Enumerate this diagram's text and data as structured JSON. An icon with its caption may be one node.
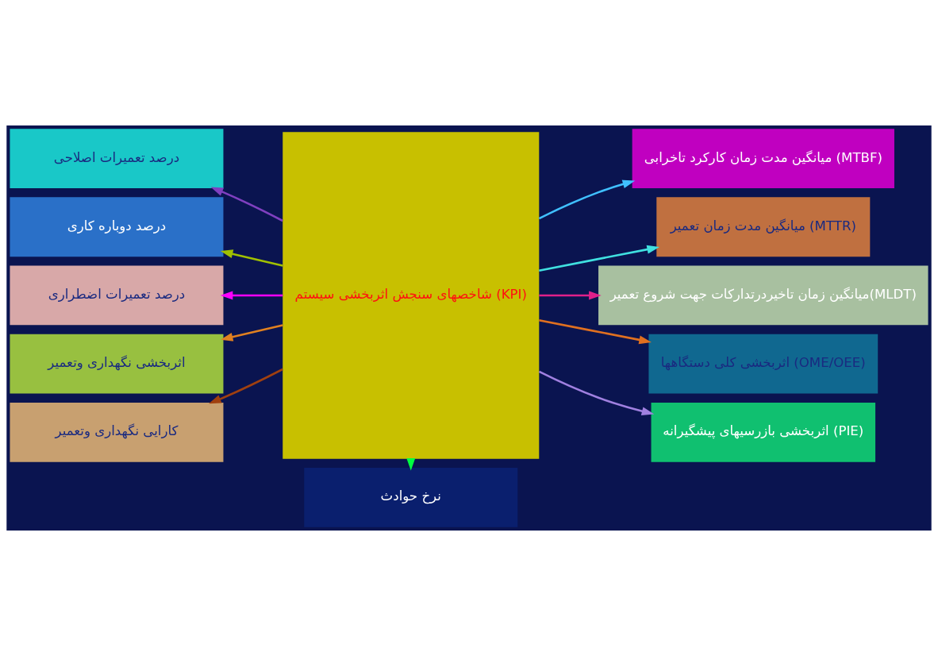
{
  "diagram": {
    "nodes": [
      {
        "text": [
          "نرخ حوادث"
        ]
      },
      {
        "text": [
          "شاخصهای سنجش اثربخشی سیستم (KPI)"
        ]
      },
      {
        "text": [
          "درصد تعمیرات اصلاحی"
        ]
      },
      {
        "text": [
          "میانگین مدت زمان کارکرد تاخرابی (MTBF)"
        ]
      },
      {
        "text": [
          "درصد دوباره کاری"
        ]
      },
      {
        "text": [
          "میانگین مدت زمان تعمیر (MTTR)"
        ]
      },
      {
        "text": [
          "درصد تعمیرات اضطراری"
        ]
      },
      {
        "text": [
          "میانگین زمان تاخیردرتدارکات جهت شروع تعمیر(MLDT)"
        ]
      },
      {
        "text": [
          "اثربخشی نگهداری وتعمیر"
        ]
      },
      {
        "text": [
          "اثربخشی کلی دستگاهها (OME/OEE)"
        ]
      },
      {
        "text": [
          "کارایی نگهداری وتعمیر"
        ]
      },
      {
        "text": [
          "اثربخشی بازرسیهای پیشگیرانه (PIE)"
        ]
      }
    ],
    "edges": [
      {
        "from": 1,
        "to": 0,
        "arrow": "to",
        "color": "#00ff40"
      },
      {
        "from": 1,
        "to": 2,
        "arrow": "to",
        "color": "#8040c0"
      },
      {
        "from": 1,
        "to": 3,
        "arrow": "to",
        "color": "#40c0ff"
      },
      {
        "from": 1,
        "to": 4,
        "arrow": "to",
        "color": "#a0c000"
      },
      {
        "from": 1,
        "to": 5,
        "arrow": "to",
        "color": "#40e0e0"
      },
      {
        "from": 1,
        "to": 6,
        "arrow": "to",
        "color": "#ff00ff"
      },
      {
        "from": 1,
        "to": 7,
        "arrow": "to",
        "color": "#e0208a"
      },
      {
        "from": 1,
        "to": 8,
        "arrow": "to",
        "color": "#e08020"
      },
      {
        "from": 1,
        "to": 9,
        "arrow": "to",
        "color": "#e07020"
      },
      {
        "from": 1,
        "to": 10,
        "arrow": "to",
        "color": "#a04010"
      },
      {
        "from": 1,
        "to": 11,
        "arrow": "to",
        "color": "#a080e0"
      }
    ]
  }
}
